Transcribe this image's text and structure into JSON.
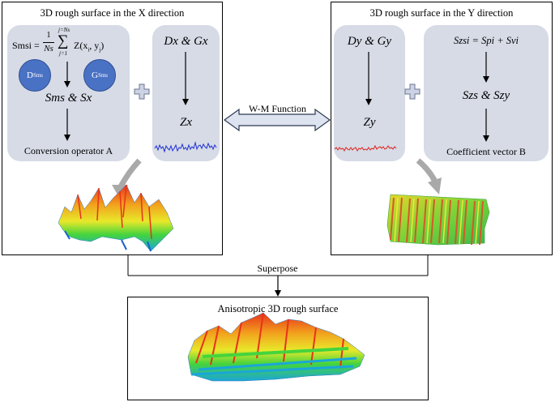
{
  "left_panel": {
    "title": "3D rough surface in the X direction",
    "formula": {
      "lhs": "Smsi = ",
      "frac_num": "1",
      "frac_den": "Ns",
      "sum_upper": "j=Ns",
      "sum_lower": "j=1",
      "rhs": "Z(x",
      "sub_i": "i",
      "comma": ", y",
      "sub_j": "j",
      "close": ")"
    },
    "circle_d": {
      "main": "D",
      "sub": "Sms"
    },
    "circle_g": {
      "main": "G",
      "sub": "Sms"
    },
    "sms_sx": "Sms & Sx",
    "operator": "Conversion operator A",
    "dx_gx": "Dx & Gx",
    "zx": "Zx"
  },
  "right_panel": {
    "title": "3D rough surface in the Y direction",
    "dy_gy": "Dy & Gy",
    "zy": "Zy",
    "szsi": "Szsi = Spi + Svi",
    "szs_szy": "Szs & Szy",
    "coef": "Coefficient vector B"
  },
  "wm_function": "W-M Function",
  "superpose": "Superpose",
  "bottom_panel": {
    "title": "Anisotropic 3D rough surface"
  },
  "colors": {
    "panel_fill": "#d6dbe6",
    "zx_line": "#1f2fd6",
    "zy_line": "#e0201a",
    "circle": "#4a72c4"
  }
}
